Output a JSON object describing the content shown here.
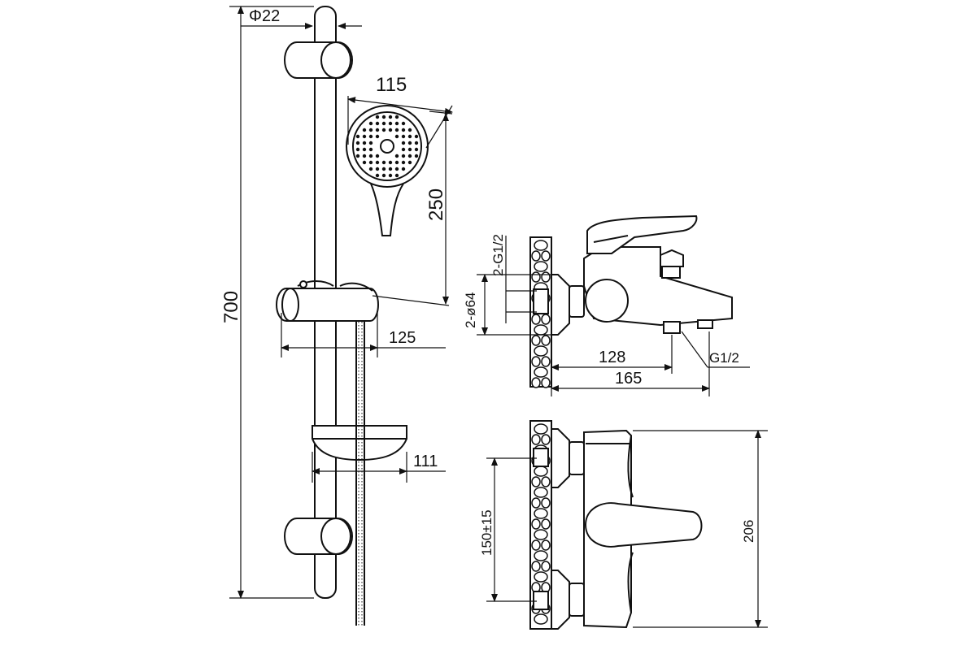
{
  "dimensions": {
    "bar_diameter": "Φ22",
    "total_height": "700",
    "head_diameter": "115",
    "head_length": "250",
    "holder_width": "125",
    "dish_width": "111",
    "inlet_thread_2x": "2-G1/2",
    "escutcheon_diameter": "2-ø64",
    "outlet_thread": "G1/2",
    "outlet_distance": "128",
    "spout_length": "165",
    "inlet_spacing": "150±15",
    "mixer_height": "206"
  }
}
